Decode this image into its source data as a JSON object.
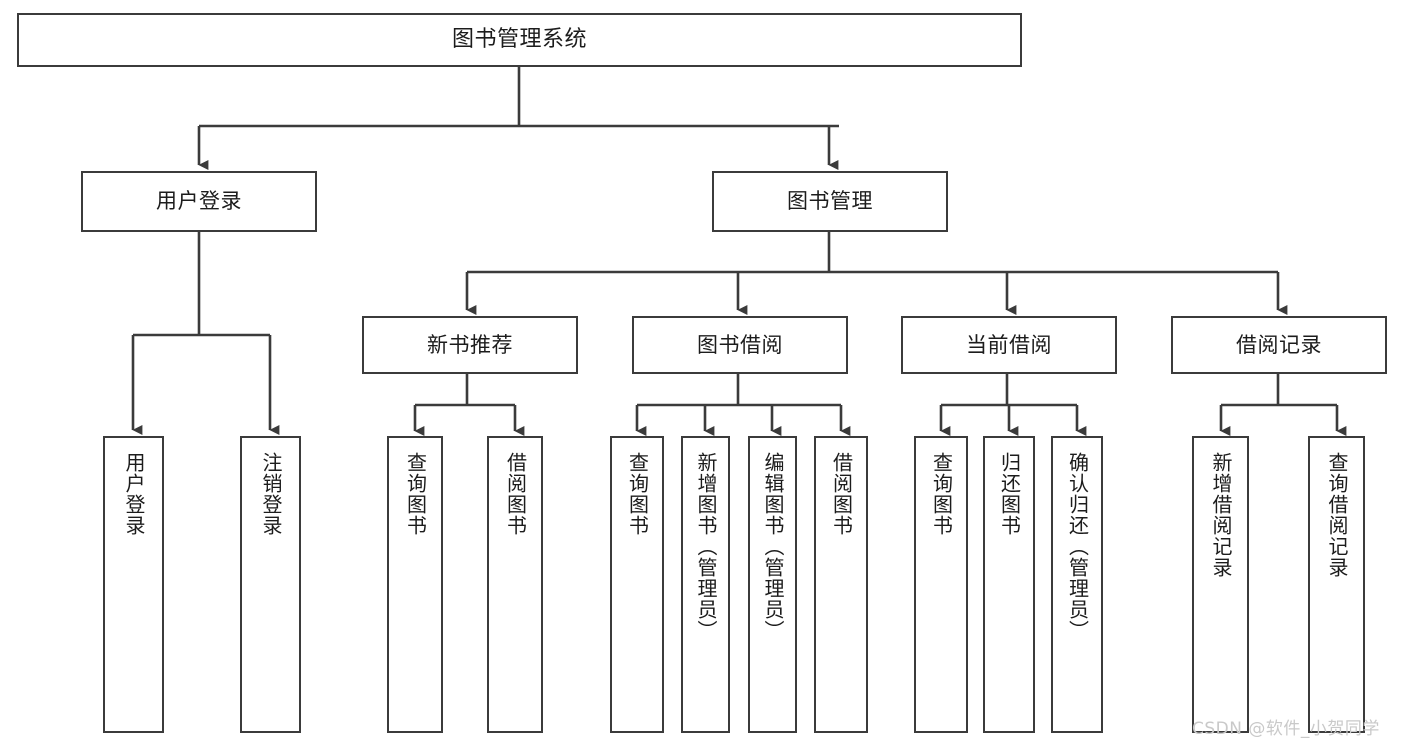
{
  "diagram": {
    "title": "图书管理系统",
    "watermark": "CSDN @软件_小贺同学",
    "colors": {
      "background": "#ffffff",
      "stroke": "#3b3b3b",
      "text": "#1c1c1c",
      "watermark": "#c9c9c9"
    },
    "levels": {
      "root": {
        "label": "图书管理系统"
      },
      "level2": [
        {
          "label": "用户登录"
        },
        {
          "label": "图书管理"
        }
      ],
      "level3": [
        {
          "label": "新书推荐"
        },
        {
          "label": "图书借阅"
        },
        {
          "label": "当前借阅"
        },
        {
          "label": "借阅记录"
        }
      ],
      "leaves": {
        "user_login": [
          {
            "label": "用户登录"
          },
          {
            "label": "注销登录"
          }
        ],
        "new_book_recommend": [
          {
            "label": "查询图书"
          },
          {
            "label": "借阅图书"
          }
        ],
        "book_borrow": [
          {
            "label": "查询图书"
          },
          {
            "label": "新增图书（管理员）"
          },
          {
            "label": "编辑图书（管理员）"
          },
          {
            "label": "借阅图书"
          }
        ],
        "current_borrow": [
          {
            "label": "查询图书"
          },
          {
            "label": "归还图书"
          },
          {
            "label": "确认归还（管理员）"
          }
        ],
        "borrow_record": [
          {
            "label": "新增借阅记录"
          },
          {
            "label": "查询借阅记录"
          }
        ]
      }
    }
  }
}
